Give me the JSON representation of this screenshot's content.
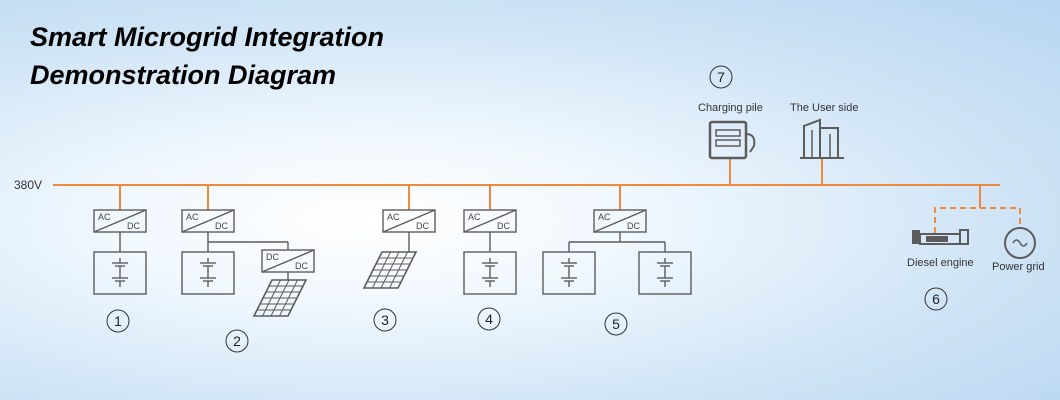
{
  "title": {
    "line1": "Smart Microgrid Integration",
    "line2": "Demonstration Diagram"
  },
  "bus_label": "380V",
  "converter": {
    "ac": "AC",
    "dc": "DC"
  },
  "labels": {
    "charging_pile": "Charging pile",
    "user_side": "The User side",
    "diesel_engine": "Diesel engine",
    "power_grid": "Power grid"
  },
  "numbers": [
    "1",
    "2",
    "3",
    "4",
    "5",
    "6",
    "7"
  ],
  "colors": {
    "bus": "#ee8a3a",
    "equipment": "#5c5c5c"
  }
}
